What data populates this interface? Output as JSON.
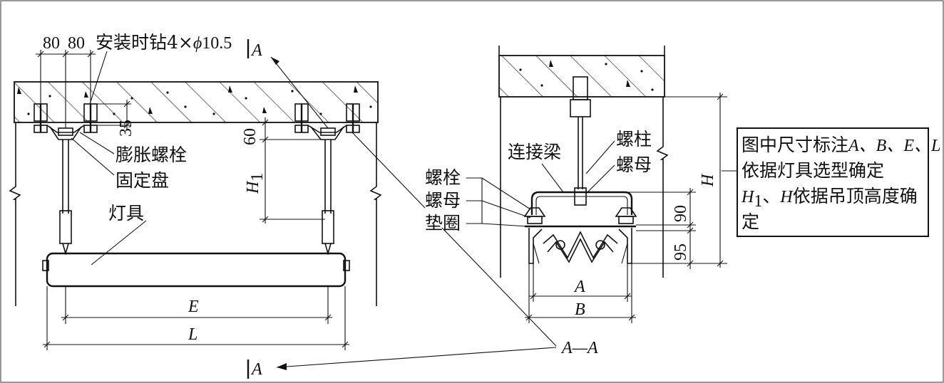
{
  "labels": {
    "dim_80a": "80",
    "dim_80b": "80",
    "drill_note": "安装时钻4×",
    "drill_phi": "ϕ",
    "drill_size": "10.5",
    "section_mark_top": "A",
    "section_mark_bottom": "A",
    "dim_35": "35",
    "dim_60": "60",
    "dim_H1_base": "H",
    "dim_H1_sub": "1",
    "expansion_bolt": "膨胀螺栓",
    "fixing_plate": "固定盘",
    "lamp": "灯具",
    "dim_E": "E",
    "dim_L": "L",
    "connecting_beam": "连接梁",
    "stud": "螺柱",
    "stud_nut": "螺母",
    "bolt": "螺栓",
    "nut": "螺母",
    "washer": "垫圈",
    "dim_90": "90",
    "dim_95": "95",
    "dim_A": "A",
    "dim_B": "B",
    "dim_H": "H",
    "section_title": "A—A"
  },
  "note_box": {
    "line1_text": "图中尺寸标注",
    "line1_symbols": "A、B、E、L",
    "line2": "依据灯具选型确定",
    "line3_h1_base": "H",
    "line3_h1_sub": "1",
    "line3_sep": "、",
    "line3_h": "H",
    "line3_text": "依据吊顶高度确",
    "line4": "定"
  }
}
